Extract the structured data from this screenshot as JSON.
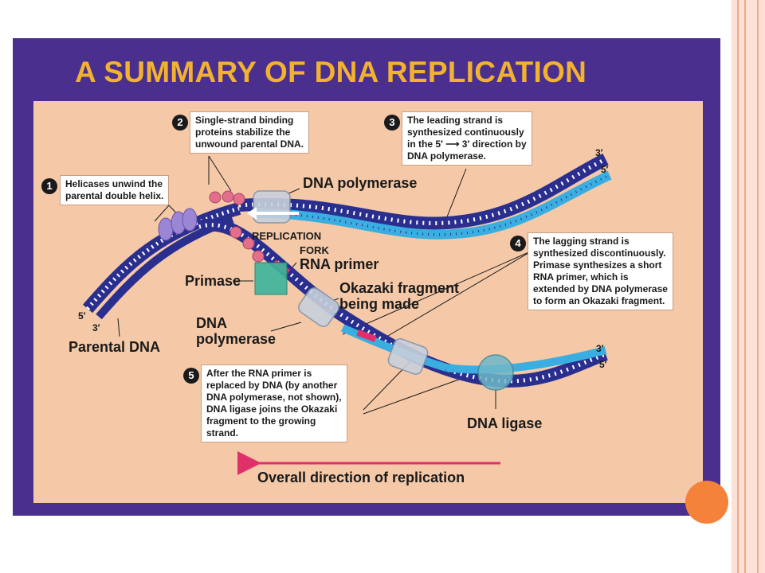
{
  "figure": {
    "title": "A SUMMARY OF DNA REPLICATION",
    "steps": [
      {
        "number": "1",
        "text": "Helicases unwind the\nparental double helix."
      },
      {
        "number": "2",
        "text": "Single-strand binding\nproteins stabilize the\nunwound parental DNA."
      },
      {
        "number": "3",
        "text": "The leading strand is\nsynthesized continuously\nin the 5′ ⟶ 3′ direction by\nDNA polymerase."
      },
      {
        "number": "4",
        "text": "The lagging strand is\nsynthesized discontinuously.\nPrimase synthesizes a short\nRNA primer, which is\nextended by DNA polymerase\nto form an Okazaki fragment."
      },
      {
        "number": "5",
        "text": "After the RNA primer is\nreplaced by DNA (by another\nDNA polymerase, not shown),\nDNA ligase joins the Okazaki\nfragment to the growing\nstrand."
      }
    ],
    "labels": {
      "dna_polymerase_top": "DNA polymerase",
      "replication_fork_1": "REPLICATION",
      "replication_fork_2": "FORK",
      "rna_primer": "RNA primer",
      "primase": "Primase",
      "okazaki": "Okazaki fragment\nbeing made",
      "dna_polymerase_bottom": "DNA\npolymerase",
      "parental_dna": "Parental DNA",
      "dna_ligase": "DNA ligase",
      "overall_direction": "Overall direction of replication"
    },
    "strand_ends": {
      "top_right_3": "3′",
      "top_right_5": "5′",
      "left_5": "5′",
      "left_3": "3′",
      "bottom_right_3": "3′",
      "bottom_right_5": "5′"
    }
  },
  "colors": {
    "slide_accent": "#f4823a",
    "figure_bg": "#4a2f8f",
    "title": "#f2b230",
    "panel": "#f5c9a8",
    "parental_strand": "#2a2f8f",
    "new_strand": "#3aaee0",
    "rna_primer": "#e0306a",
    "arrow": "#e0306a"
  }
}
